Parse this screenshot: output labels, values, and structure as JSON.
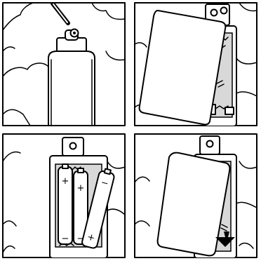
{
  "figure": {
    "panel_count": 4,
    "layout": "2x2 grid",
    "colors": {
      "line": "#000000",
      "background": "#ffffff",
      "compartment": "#d8d8d8"
    }
  },
  "panels": [
    {
      "id": "step-1",
      "icons": [
        "screwdriver-icon",
        "screw-icon",
        "remote-housing-icon"
      ]
    },
    {
      "id": "step-2",
      "icons": [
        "battery-cover-icon",
        "compartment-icon",
        "arrow-icon"
      ]
    },
    {
      "id": "step-3",
      "icons": [
        "battery-icon",
        "battery-icon",
        "battery-icon"
      ],
      "labels": {
        "plus": "+",
        "minus": "−"
      }
    },
    {
      "id": "step-4",
      "icons": [
        "battery-cover-icon",
        "arrow-icon"
      ]
    }
  ]
}
